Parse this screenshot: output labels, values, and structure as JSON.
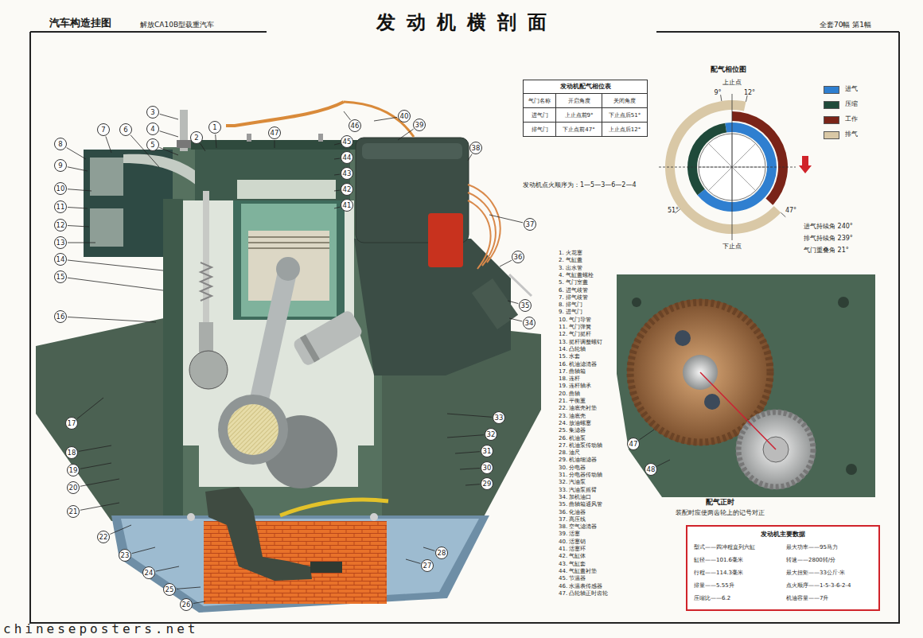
{
  "diagram": {
    "title": "发动机横剖面",
    "nodes": [
      {
        "text": [
          "发动机配气相位表",
          "气门名称",
          "开启角度",
          "关闭角度",
          "进气门",
          "上止点前9°",
          "下止点后51°",
          "排气门",
          "下止点前47°",
          "上止点后12°"
        ]
      },
      {
        "text": [
          "发动机主要数据",
          "型式——四冲程直列六缸",
          "缸径——101.6毫米",
          "行程——114.3毫米",
          "排量——5.55升",
          "压缩比——6.2",
          "最大功率——95马力",
          "转速——2800转/分",
          "最大扭矩——33公斤·米",
          "点火顺序——1-5-3-6-2-4",
          "机油容量——7升"
        ]
      }
    ],
    "labels": [
      "汽车构造挂图",
      "解放CA10B型载重汽车",
      "全套70幅 第1幅",
      "配气相位图",
      "上止点",
      "下止点",
      "9°",
      "12°",
      "51°",
      "47°",
      "进气持续角 240°",
      "排气持续角 239°",
      "气门重叠角 21°",
      "发动机点火顺序为：1—5—3—6—2—4",
      "1. 火花塞",
      "2. 气缸盖",
      "3. 出水管",
      "4. 气缸盖螺栓",
      "5. 气门室盖",
      "6. 进气歧管",
      "7. 排气歧管",
      "8. 排气门",
      "9. 进气门",
      "10. 气门导管",
      "11. 气门弹簧",
      "12. 气门挺杆",
      "13. 挺杆调整螺钉",
      "14. 凸轮轴",
      "15. 水套",
      "16. 机油滤清器",
      "17. 曲轴箱",
      "18. 连杆",
      "19. 连杆轴承",
      "20. 曲轴",
      "21. 平衡重",
      "22. 油底壳衬垫",
      "23. 油底壳",
      "24. 放油螺塞",
      "25. 集滤器",
      "26. 机油泵",
      "27. 机油泵传动轴",
      "28. 油尺",
      "29. 机油细滤器",
      "30. 分电器",
      "31. 分电器传动轴",
      "32. 汽油泵",
      "33. 汽油泵摇臂",
      "34. 加机油口",
      "35. 曲轴箱通风管",
      "36. 化油器",
      "37. 高压线",
      "38. 空气滤清器",
      "39. 活塞",
      "40. 活塞销",
      "41. 活塞环",
      "42. 气缸体",
      "43. 气缸套",
      "44. 气缸盖衬垫",
      "45. 节温器",
      "46. 水温表传感器",
      "47. 凸轮轴正时齿轮",
      "1",
      "2",
      "3",
      "4",
      "5",
      "6",
      "7",
      "8",
      "9",
      "10",
      "11",
      "12",
      "13",
      "14",
      "15",
      "16",
      "17",
      "18",
      "19",
      "20",
      "21",
      "22",
      "23",
      "24",
      "25",
      "26",
      "27",
      "28",
      "29",
      "30",
      "31",
      "32",
      "33",
      "34",
      "35",
      "36",
      "37",
      "38",
      "39",
      "40",
      "41",
      "42",
      "43",
      "44",
      "45",
      "46",
      "47",
      "47",
      "48",
      "配气正时",
      "装配时应使两齿轮上的记号对正",
      "chineseposters.net"
    ],
    "legend": [
      {
        "text": "进气",
        "color": "#2f7fd0"
      },
      {
        "text": "压缩",
        "color": "#1f4a3a"
      },
      {
        "text": "工作",
        "color": "#7a2418"
      },
      {
        "text": "排气",
        "color": "#d9c8a6"
      }
    ]
  }
}
